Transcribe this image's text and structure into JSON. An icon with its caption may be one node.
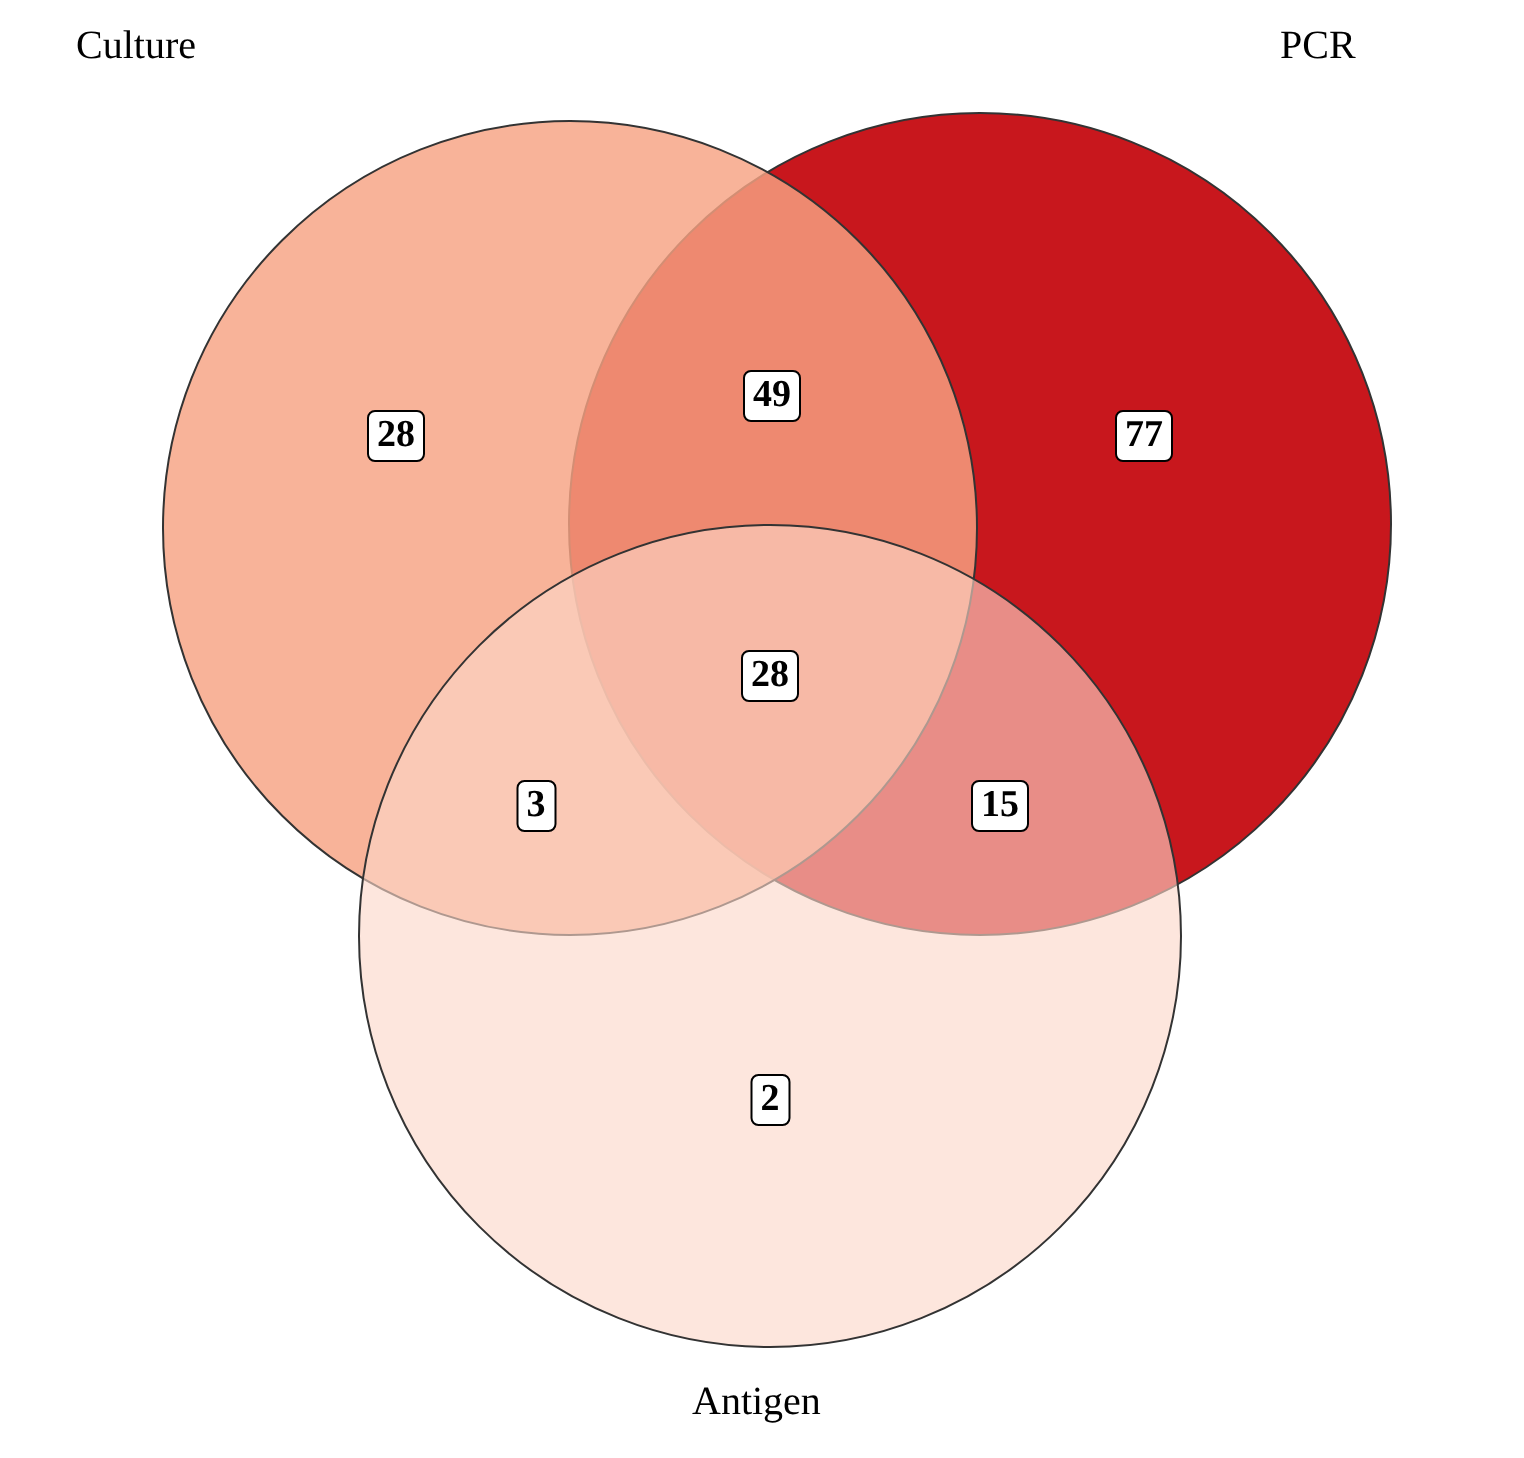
{
  "diagram": {
    "nodes": [
      {
        "text": [
          "Culture"
        ]
      },
      {
        "text": [
          "PCR"
        ]
      },
      {
        "text": [
          "Antigen"
        ]
      },
      {
        "text": [
          "28"
        ],
        "in": 0
      },
      {
        "text": [
          "49"
        ]
      },
      {
        "text": [
          "77"
        ],
        "in": 1
      },
      {
        "text": [
          "28"
        ]
      },
      {
        "text": [
          "3"
        ]
      },
      {
        "text": [
          "15"
        ]
      },
      {
        "text": [
          "2"
        ],
        "in": 2
      }
    ],
    "edges": []
  }
}
